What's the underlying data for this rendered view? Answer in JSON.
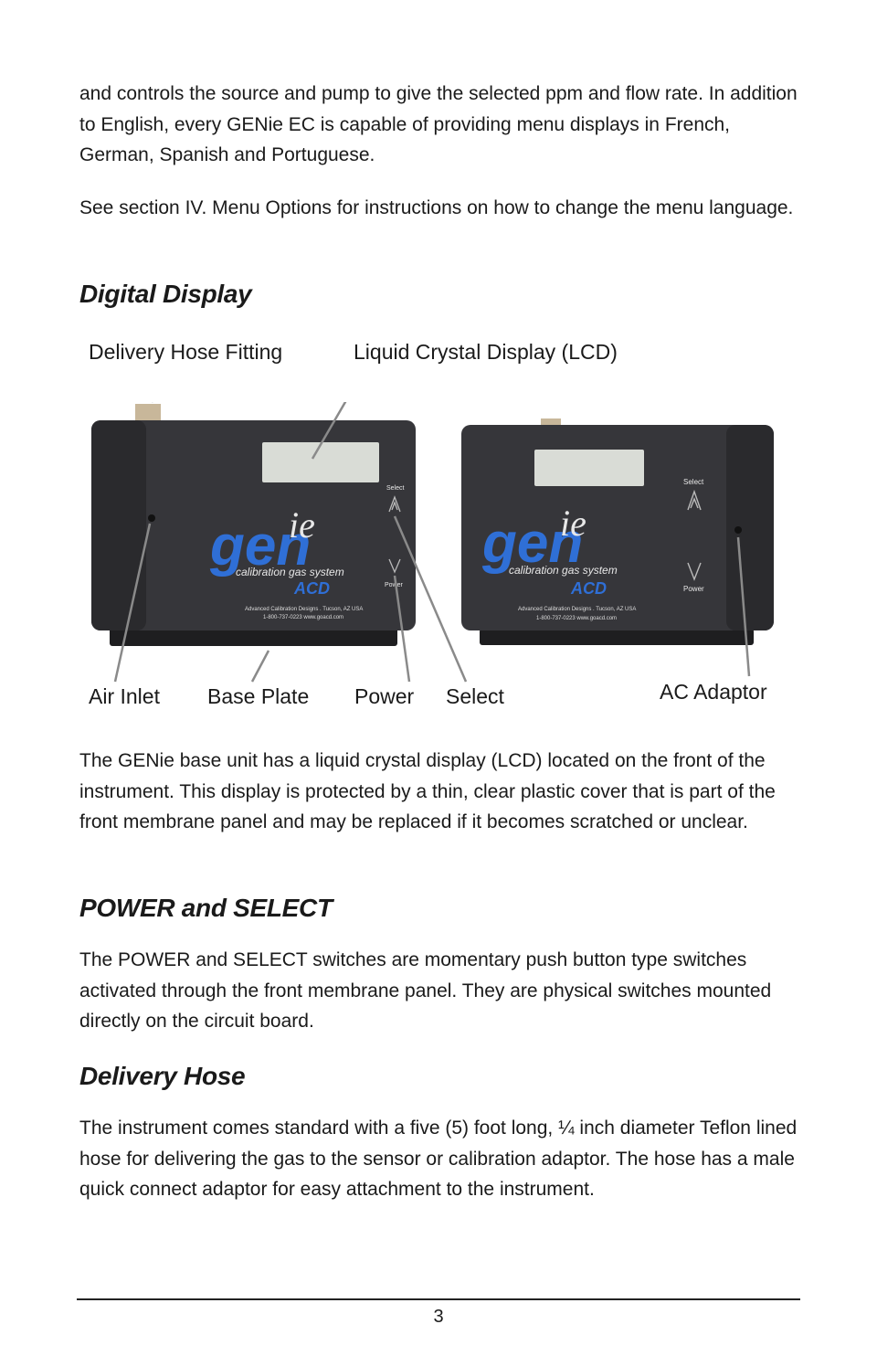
{
  "paragraphs": {
    "intro": "and controls the source and pump to give the selected ppm and flow rate. In addition to English, every GENie EC is capable of providing menu displays in French, German, Spanish and Portuguese.",
    "see_section": "See section IV. Menu Options for instructions on how to change the menu language.",
    "lcd": "The GENie base unit has a liquid crystal display (LCD) located on the front of the instrument. This display is protected by a thin, clear plastic cover that is part of the front membrane panel and may be replaced if it becomes scratched or unclear.",
    "power_select": "The POWER and SELECT switches are momentary push button type switches activated through the front membrane panel. They are physical switches mounted directly on the circuit board.",
    "delivery_hose": "The instrument comes standard with a five (5) foot long, ¼ inch diameter Teflon lined hose for delivering the gas to the sensor or calibration adaptor. The hose has a male quick connect adaptor for easy attachment to the instrument."
  },
  "headings": {
    "digital_display": "Digital Display",
    "power_select": "POWER and SELECT",
    "delivery_hose": "Delivery Hose"
  },
  "callouts": {
    "delivery_hose_fitting": "Delivery Hose Fitting",
    "lcd": "Liquid Crystal Display (LCD)",
    "air_inlet": "Air Inlet",
    "base_plate": "Base Plate",
    "power": "Power",
    "select": "Select",
    "ac_adaptor": "AC Adaptor"
  },
  "device": {
    "logo_gen": "gen",
    "logo_ie": "ie",
    "tagline": "calibration gas system",
    "brand": "ACD",
    "company": "Advanced Calibration Designs . Tucson, AZ USA",
    "contact": "1-800-737-0223  www.goacd.com",
    "select_label": "Select",
    "power_label": "Power"
  },
  "colors": {
    "device_body": "#3a3a3d",
    "lcd": "#d9dcd6",
    "logo_blue": "#2f6fd6"
  },
  "footer": {
    "page_number": "3"
  }
}
